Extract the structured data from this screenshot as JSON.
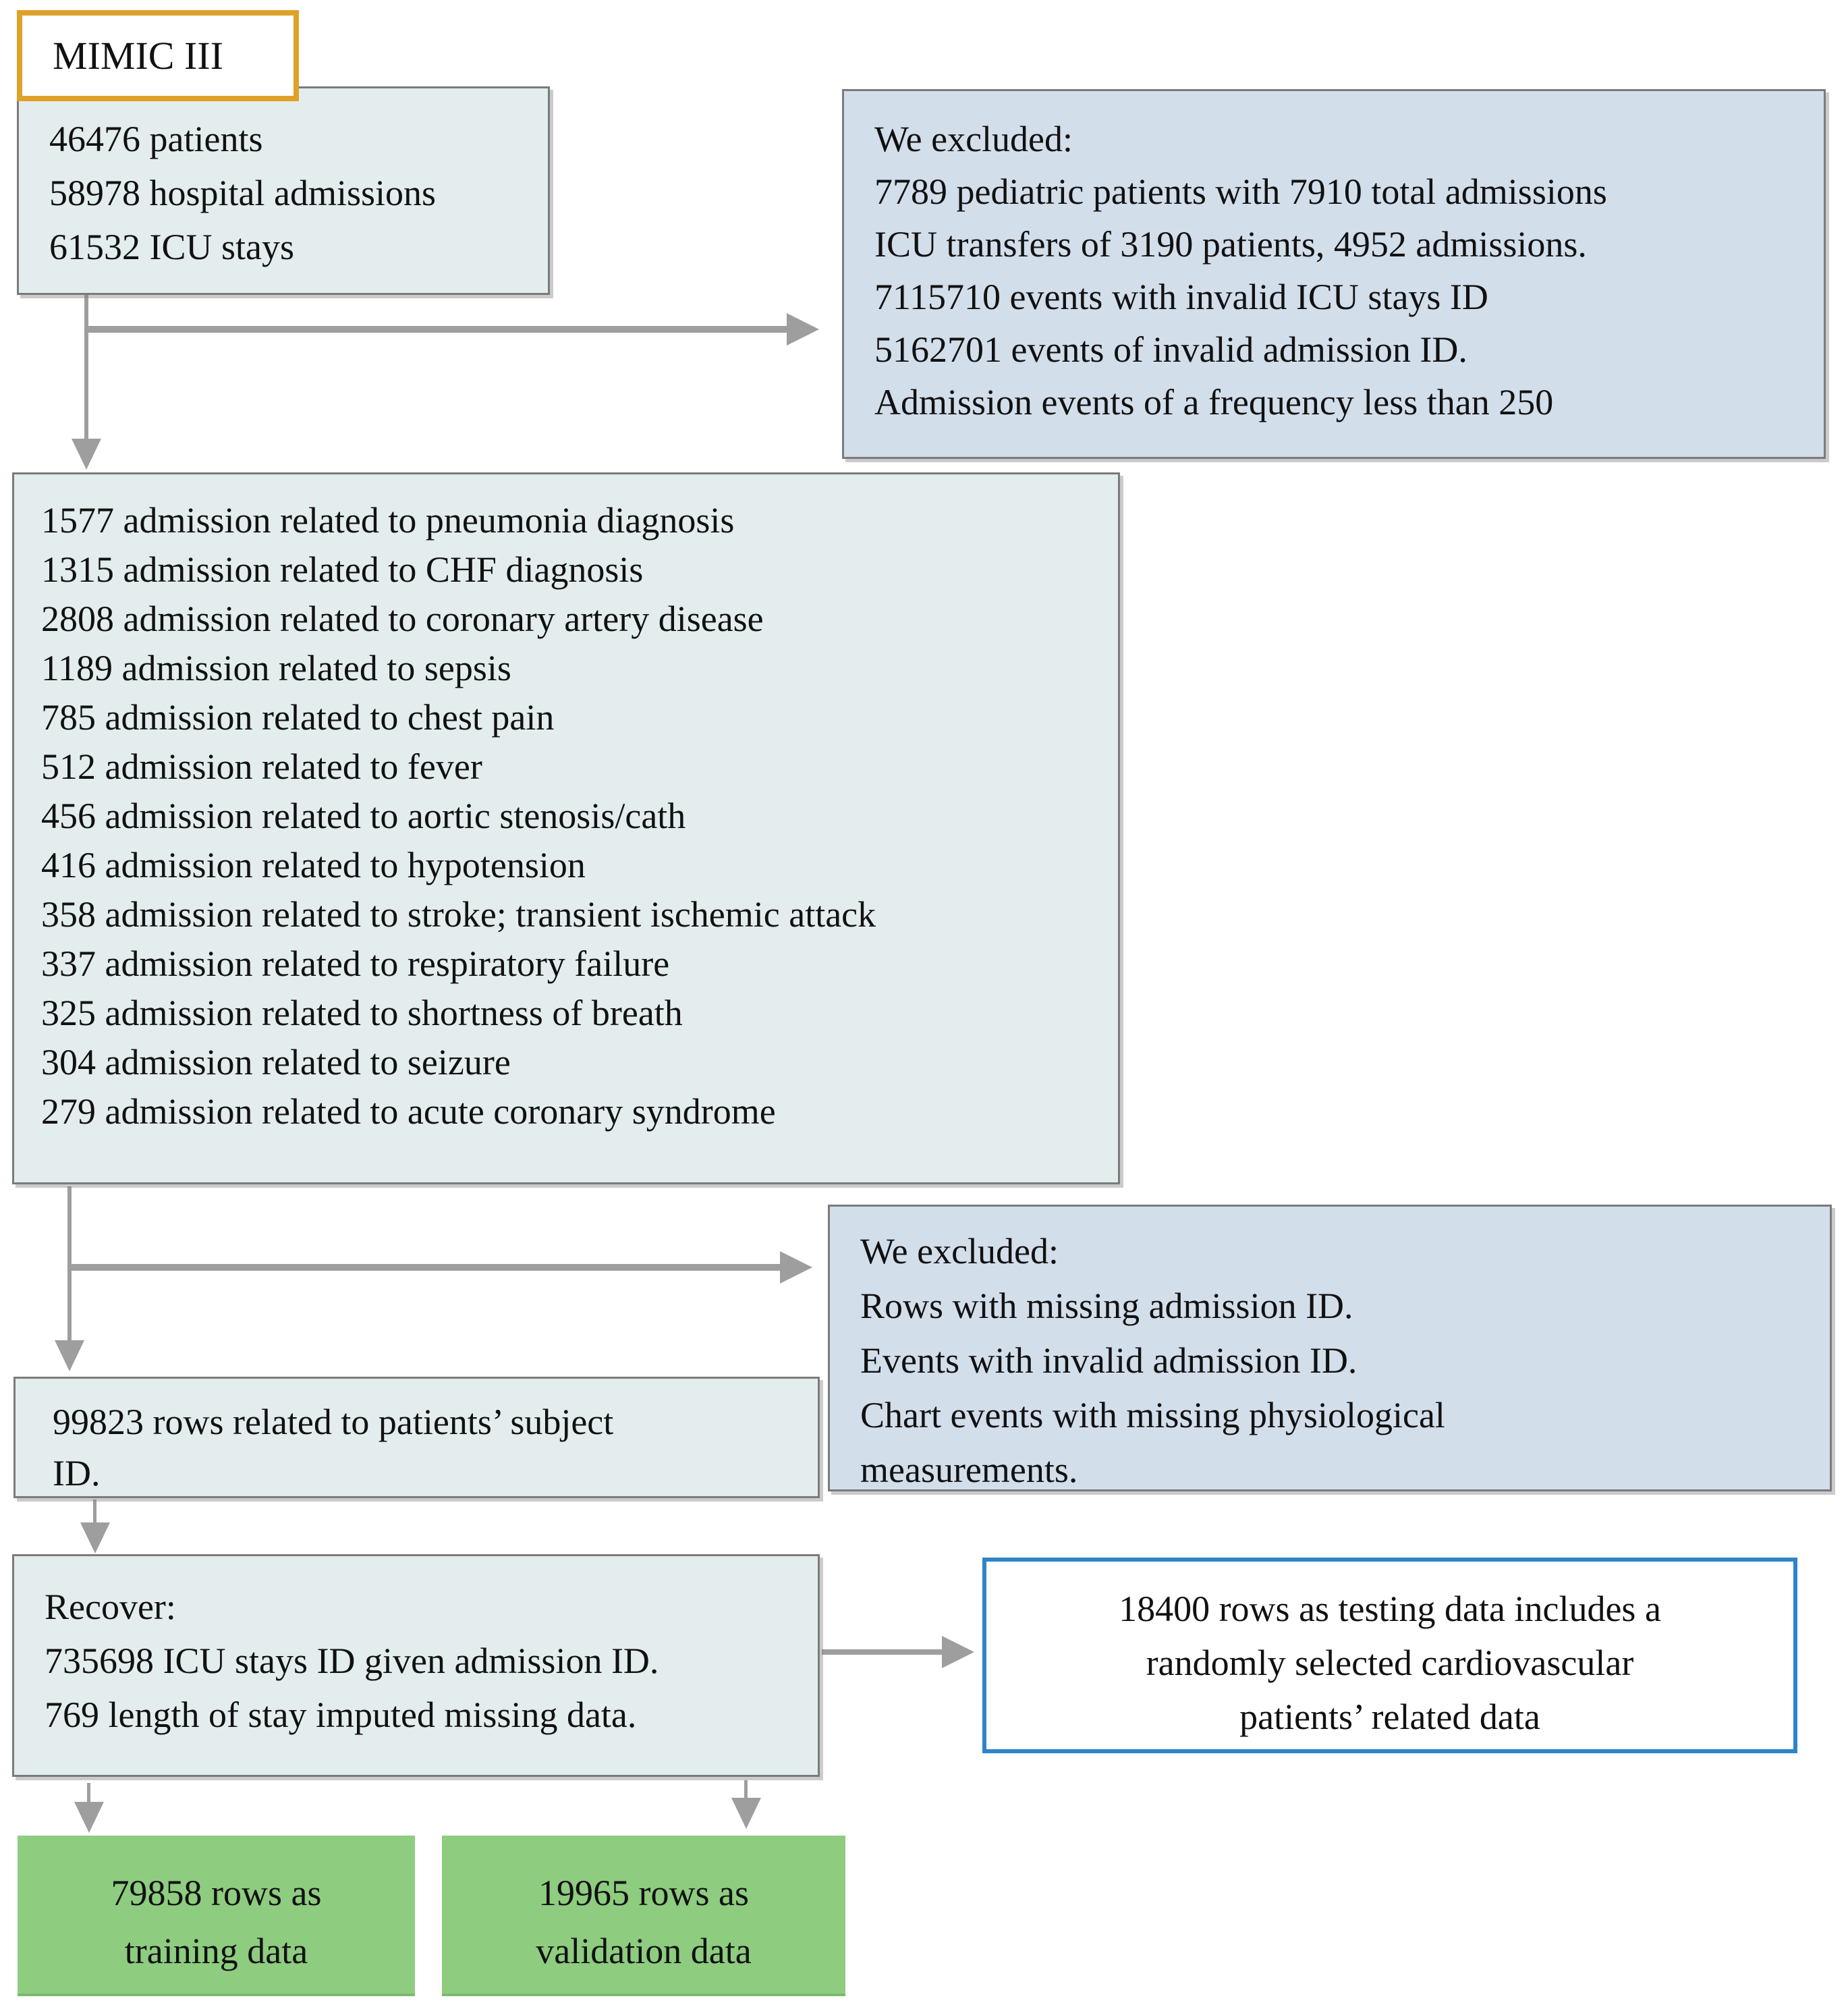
{
  "flowchart": {
    "title_box": {
      "label": "MIMIC III"
    },
    "source_box": {
      "lines": [
        "46476 patients",
        "58978 hospital admissions",
        "61532 ICU stays"
      ]
    },
    "exclusion_box_1": {
      "lines": [
        "We excluded:",
        "7789 pediatric patients with 7910 total admissions",
        "ICU transfers of 3190 patients, 4952 admissions.",
        "7115710 events with invalid ICU stays ID",
        "5162701 events of invalid admission ID.",
        "Admission events of a frequency less than 250"
      ]
    },
    "diagnosis_box": {
      "lines": [
        "1577 admission related to pneumonia diagnosis",
        "1315 admission related to CHF diagnosis",
        "2808 admission related to coronary artery disease",
        "1189 admission related to sepsis",
        "785 admission related to chest pain",
        "512 admission related to fever",
        "456 admission related to aortic stenosis/cath",
        "416 admission related to hypotension",
        "358 admission related to stroke; transient ischemic attack",
        "337 admission related to respiratory failure",
        "325 admission related to shortness of breath",
        "304 admission related to seizure",
        "279 admission related to acute coronary syndrome"
      ]
    },
    "exclusion_box_2": {
      "lines": [
        "We excluded:",
        "Rows with missing admission ID.",
        "Events with invalid admission ID.",
        "Chart events with missing physiological",
        "measurements."
      ]
    },
    "subject_rows_box": {
      "lines": [
        "99823 rows related to patients’ subject",
        "ID."
      ]
    },
    "recover_box": {
      "lines": [
        "Recover:",
        "735698 ICU stays ID given admission ID.",
        "769 length of stay imputed missing data."
      ]
    },
    "testing_box": {
      "lines": [
        "18400 rows as testing data includes a",
        "randomly selected cardiovascular",
        "patients’ related data"
      ]
    },
    "training_box": {
      "lines": [
        "79858 rows as",
        "training data"
      ]
    },
    "validation_box": {
      "lines": [
        "19965 rows as",
        "validation data"
      ]
    },
    "colors": {
      "box_fill": "#e3edee",
      "exclusion_fill": "#d3deeb",
      "green_fill": "#8ecc80",
      "title_border": "#dfa128",
      "testing_border": "#2d84c8",
      "box_border": "#7b7b7b",
      "arrow": "#9e9e9e",
      "text": "#111111"
    }
  }
}
